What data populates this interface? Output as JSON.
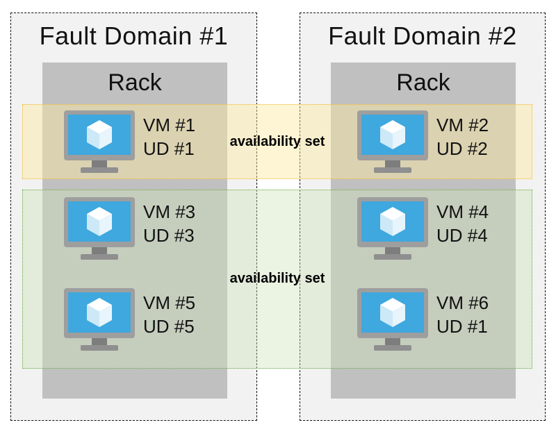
{
  "fault_domains": [
    {
      "title": "Fault Domain #1",
      "rack_label": "Rack"
    },
    {
      "title": "Fault Domain #2",
      "rack_label": "Rack"
    }
  ],
  "availability_sets": [
    {
      "label": "availability set",
      "color": "#f3b625"
    },
    {
      "label": "availability set",
      "color": "#62a83b"
    }
  ],
  "vms": [
    {
      "name": "VM #1",
      "ud": "UD #1"
    },
    {
      "name": "VM #2",
      "ud": "UD #2"
    },
    {
      "name": "VM #3",
      "ud": "UD #3"
    },
    {
      "name": "VM #4",
      "ud": "UD #4"
    },
    {
      "name": "VM #5",
      "ud": "UD #5"
    },
    {
      "name": "VM #6",
      "ud": "UD #1"
    }
  ],
  "icon": "virtual-machine-monitor-icon",
  "colors": {
    "monitor_frame": "#9e9e9e",
    "screen": "#3fa8de",
    "cube": "#ffffff"
  }
}
